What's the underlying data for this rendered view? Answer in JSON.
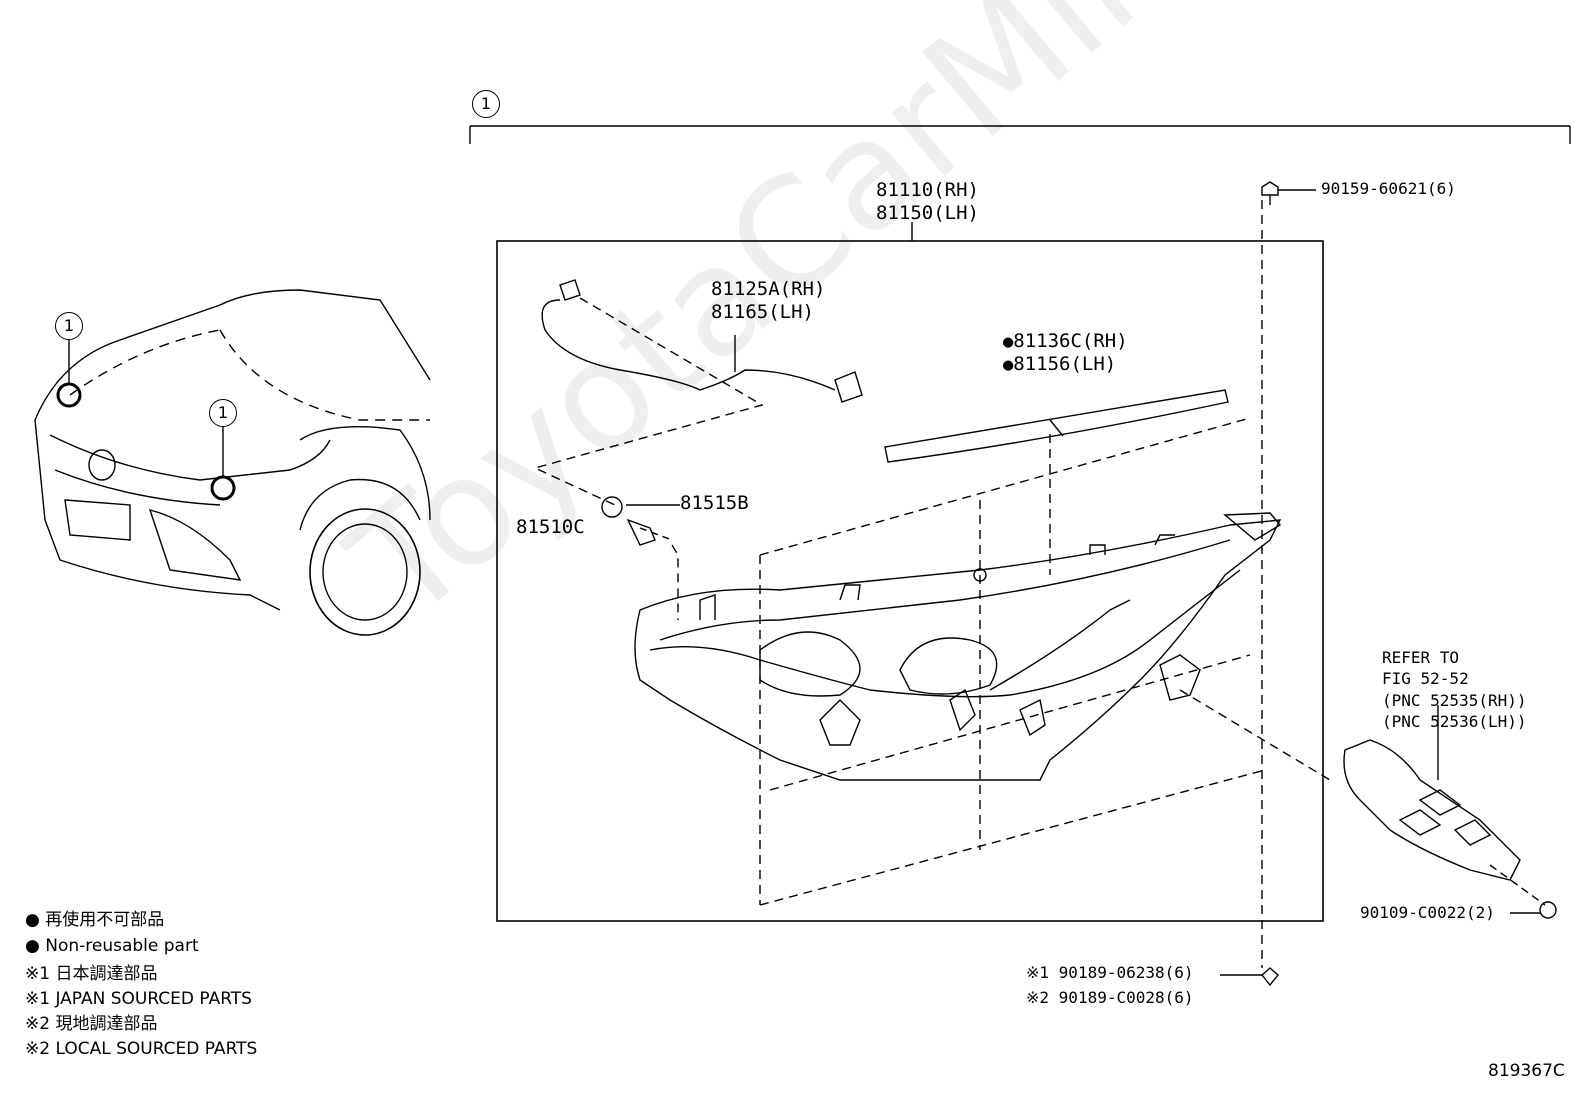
{
  "callout_number": "1",
  "assembly": {
    "rh": "81110(RH)",
    "lh": "81150(LH)"
  },
  "wire": {
    "rh": "81125A(RH)",
    "lh": "81165(LH)"
  },
  "seal_strip": {
    "rh": "81136C(RH)",
    "lh": "81156(LH)",
    "marker": "●"
  },
  "socket": "81515B",
  "bulb": "81510C",
  "top_screw": "90159-60621(6)",
  "refer": {
    "line1": "REFER TO",
    "line2": "FIG 52-52",
    "line3": "(PNC 52535(RH))",
    "line4": "(PNC 52536(LH))"
  },
  "bracket_screw": "90109-C0022(2)",
  "bottom_fasteners": {
    "line1": "※1 90189-06238(6)",
    "line2": "※2 90189-C0028(6)"
  },
  "legend": {
    "nonreusable_jp": "● 再使用不可部品",
    "nonreusable_en": "● Non-reusable part",
    "japan_jp": "※1 日本調達部品",
    "japan_en": "※1 JAPAN SOURCED PARTS",
    "local_jp": "※2 現地調達部品",
    "local_en": "※2 LOCAL SOURCED PARTS"
  },
  "figure_code": "819367C",
  "watermark": "ToyotaCarMine.ru"
}
